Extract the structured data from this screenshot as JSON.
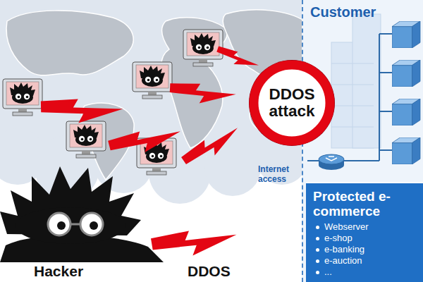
{
  "diagram": {
    "nodes": [
      {
        "text": [
          "Customer"
        ]
      },
      {
        "text": [
          "DDOS attack"
        ]
      },
      {
        "text": [
          "Protected e-commerce",
          "Webserver",
          "e-shop",
          "e-banking",
          "e-auction",
          "..."
        ],
        "in": 0
      }
    ],
    "labels": [
      "Internet access",
      "Hacker",
      "DDOS"
    ]
  }
}
